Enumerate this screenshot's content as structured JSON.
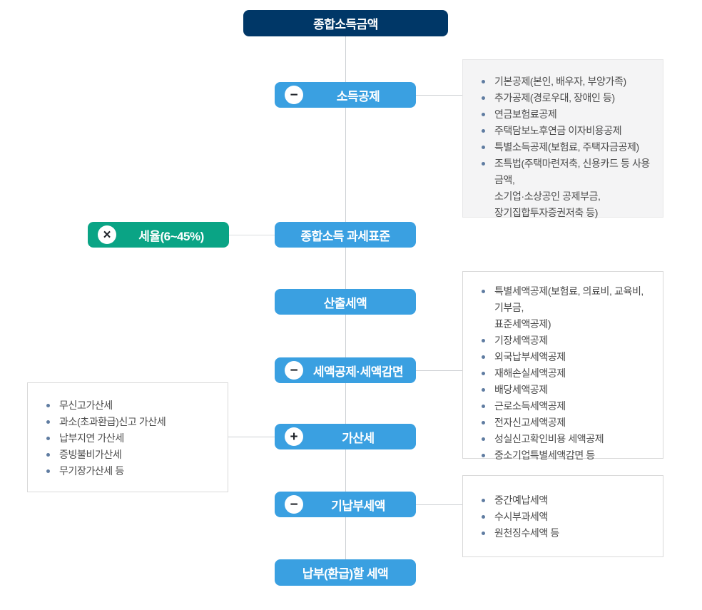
{
  "diagram": {
    "nodes": {
      "total_income": {
        "label": "종합소득금액"
      },
      "income_deduction": {
        "label": "소득공제",
        "operator": "−"
      },
      "tax_rate": {
        "label": "세율(6~45%)",
        "operator": "×"
      },
      "tax_base": {
        "label": "종합소득 과세표준"
      },
      "calculated_tax": {
        "label": "산출세액"
      },
      "tax_credit": {
        "label": "세액공제·세액감면",
        "operator": "−"
      },
      "penalty_tax": {
        "label": "가산세",
        "operator": "+"
      },
      "prepaid_tax": {
        "label": "기납부세액",
        "operator": "−"
      },
      "final_tax": {
        "label": "납부(환급)할 세액"
      }
    },
    "panels": {
      "income_deduction": {
        "items": [
          "기본공제(본인, 배우자, 부양가족)",
          "추가공제(경로우대, 장애인 등)",
          "연금보험료공제",
          "주택담보노후연금 이자비용공제",
          "특별소득공제(보험료, 주택자금공제)",
          "조특법(주택마련저축, 신용카드 등 사용금액,\n소기업·소상공인 공제부금,\n장기집합투자증권저축 등)"
        ]
      },
      "tax_credit": {
        "items": [
          "특별세액공제(보험료, 의료비, 교육비, 기부금,\n표준세액공제)",
          "기장세액공제",
          "외국납부세액공제",
          "재해손실세액공제",
          "배당세액공제",
          "근로소득세액공제",
          "전자신고세액공제",
          "성실신고확인비용 세액공제",
          "중소기업특별세액감면 등"
        ]
      },
      "penalty_tax": {
        "items": [
          "무신고가산세",
          "과소(초과환급)신고 가산세",
          "납부지연 가산세",
          "증빙불비가산세",
          "무기장가산세 등"
        ]
      },
      "prepaid_tax": {
        "items": [
          "중간예납세액",
          "수시부과세액",
          "원천징수세액 등"
        ]
      }
    },
    "colors": {
      "navy": "#003767",
      "blue": "#3AA0E1",
      "green": "#0AA485",
      "connector_line": "#CDD0D4",
      "panel_gray_bg": "#F4F4F5",
      "panel_border": "#D9D9D9",
      "bullet": "#5F7CA1",
      "panel_text": "#4B4B4B"
    }
  }
}
